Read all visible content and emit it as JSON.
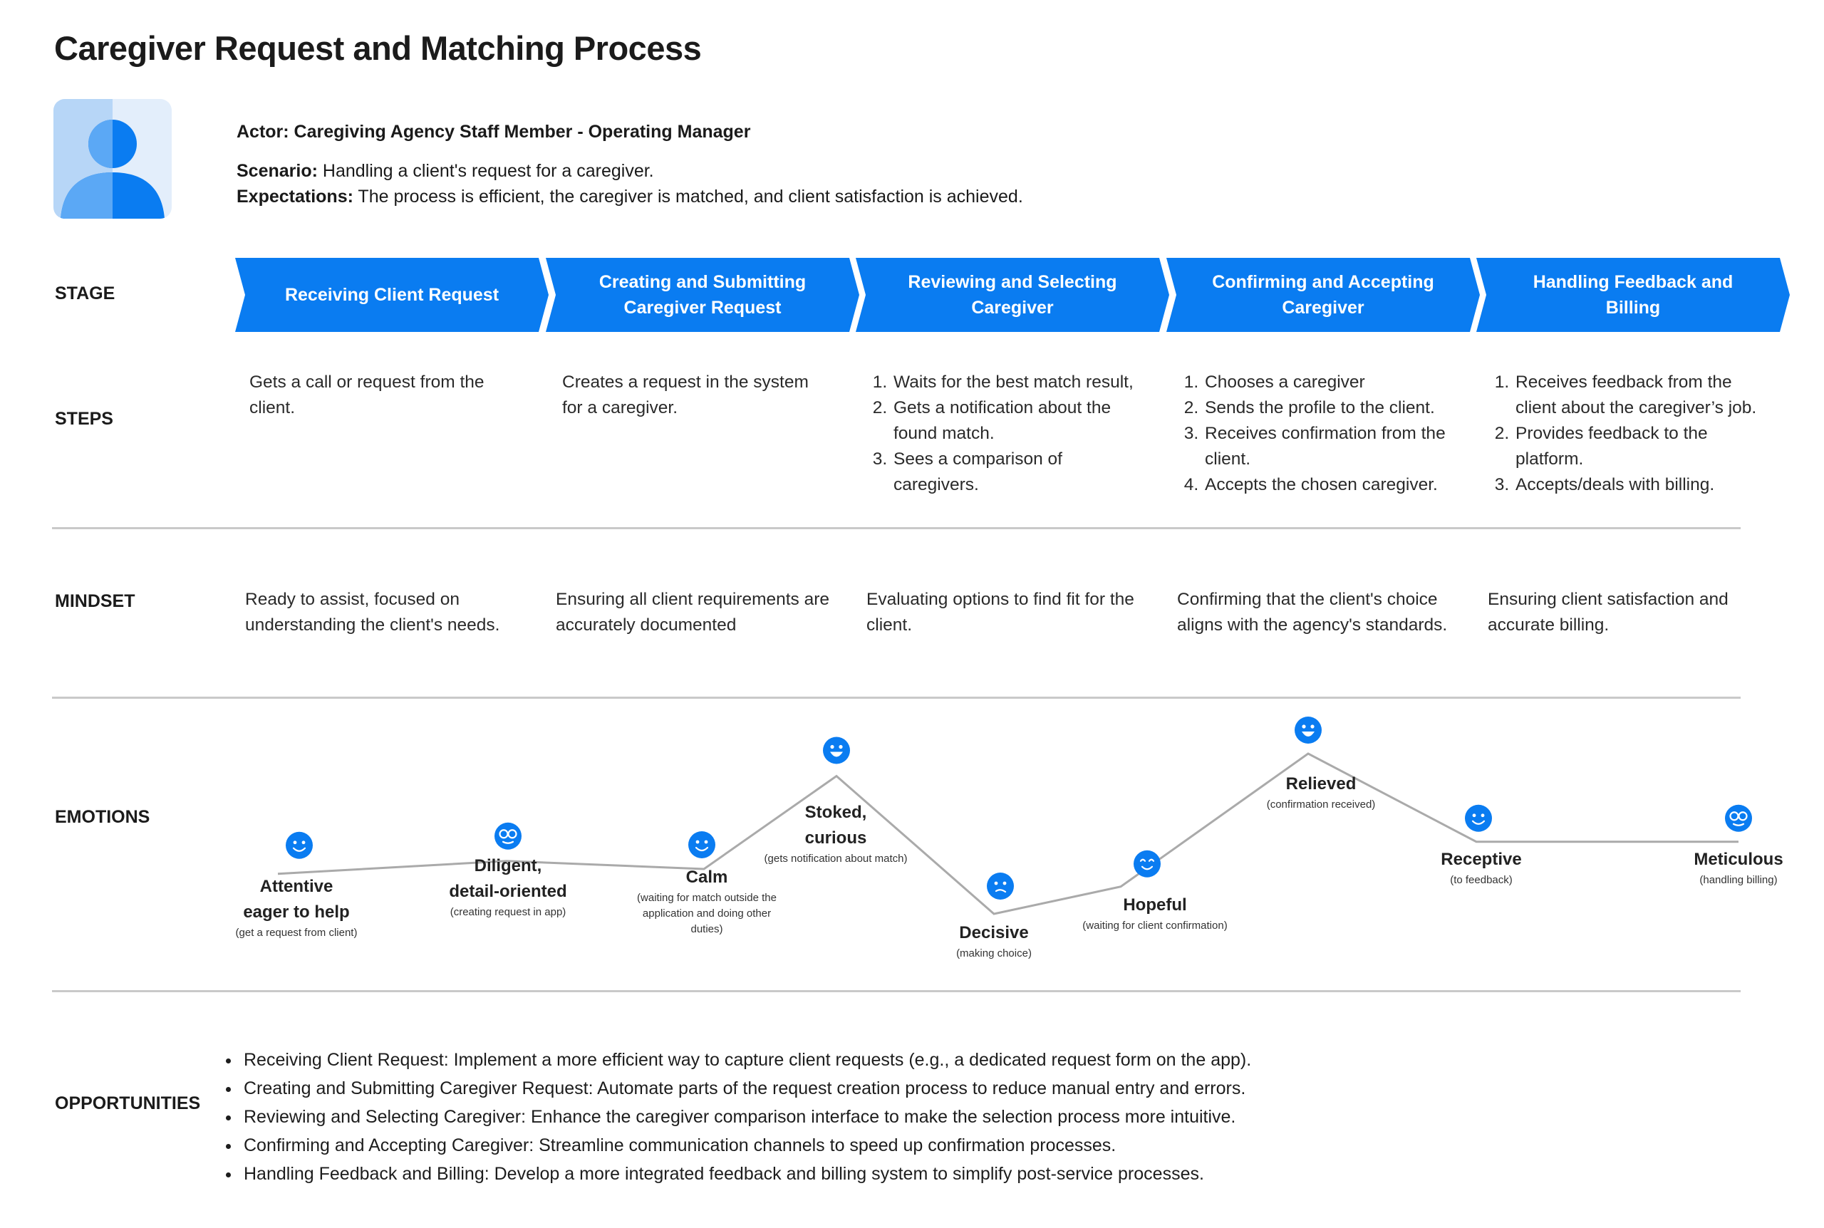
{
  "title": "Caregiver Request and Matching Process",
  "actor": {
    "label": "Actor: Caregiving Agency Staff Member - Operating Manager",
    "scenario_label": "Scenario:",
    "scenario": " Handling a client's request for a caregiver.",
    "expectations_label": "Expectations:",
    "expectations": " The process is efficient, the caregiver is matched, and client satisfaction is achieved.",
    "avatar_icon": "person-icon"
  },
  "colors": {
    "accent": "#0A7CF1",
    "avatar_bg": "#D6E8FB",
    "divider": "#C9C9C9",
    "emotion_line": "#AAAAAA"
  },
  "rows": {
    "stage": "STAGE",
    "steps": "STEPS",
    "mindset": "MINDSET",
    "emotions": "EMOTIONS",
    "opportunities": "OPPORTUNITIES"
  },
  "stages": [
    "Receiving Client Request",
    "Creating and Submitting Caregiver Request",
    "Reviewing and Selecting Caregiver",
    "Confirming and Accepting Caregiver",
    "Handling Feedback and Billing"
  ],
  "steps": [
    {
      "text": "Gets a call or request from the client."
    },
    {
      "text": "Creates a request in the system for a caregiver."
    },
    {
      "items": [
        "Waits for the best match result,",
        "Gets a notification about the found match.",
        "Sees a comparison of caregivers."
      ]
    },
    {
      "items": [
        "Chooses a caregiver",
        "Sends the profile to the client.",
        "Receives confirmation from the client.",
        "Accepts the chosen caregiver."
      ]
    },
    {
      "items": [
        "Receives feedback from the client about the caregiver’s job.",
        "Provides feedback to the platform.",
        "Accepts/deals with billing."
      ]
    }
  ],
  "mindset": [
    "Ready to assist, focused on understanding the client's needs.",
    "Ensuring all client requirements are accurately documented",
    "Evaluating options to find fit for the client.",
    "Confirming that the client's choice aligns with the agency's standards.",
    "Ensuring client satisfaction and accurate billing."
  ],
  "emotions": [
    {
      "label": "Attentive\neager to help",
      "note": "(get a request from client)",
      "icon": "smile-icon",
      "level": 0.25
    },
    {
      "label": "Diligent,\ndetail-oriented",
      "note": "(creating request in app)",
      "icon": "glasses-face-icon",
      "level": 0.33
    },
    {
      "label": "Calm",
      "note": "(waiting for match outside the application and doing other duties)",
      "icon": "smile-icon",
      "level": 0.28
    },
    {
      "label": "Stoked,\ncurious",
      "note": "(gets notification about match)",
      "icon": "grin-icon",
      "level": 0.86
    },
    {
      "label": "Decisive",
      "note": "(making choice)",
      "icon": "thinking-face-icon",
      "level": 0.0
    },
    {
      "label": "Hopeful",
      "note": "(waiting for client confirmation)",
      "icon": "content-face-icon",
      "level": 0.17
    },
    {
      "label": "Relieved",
      "note": "(confirmation received)",
      "icon": "grin-icon",
      "level": 1.0
    },
    {
      "label": "Receptive",
      "note": "(to feedback)",
      "icon": "smile-icon",
      "level": 0.45
    },
    {
      "label": "Meticulous",
      "note": "(handling billing)",
      "icon": "glasses-face-icon",
      "level": 0.45
    }
  ],
  "opportunities": [
    "Receiving Client Request: Implement a more efficient way to capture client requests (e.g., a dedicated request form on the app).",
    "Creating and Submitting Caregiver Request: Automate parts of the request creation process to reduce manual entry and errors.",
    "Reviewing and Selecting Caregiver: Enhance the caregiver comparison interface to make the selection process more intuitive.",
    "Confirming and Accepting Caregiver: Streamline communication channels to speed up confirmation processes.",
    "Handling Feedback and Billing: Develop a more integrated feedback and billing system to simplify post-service processes."
  ]
}
